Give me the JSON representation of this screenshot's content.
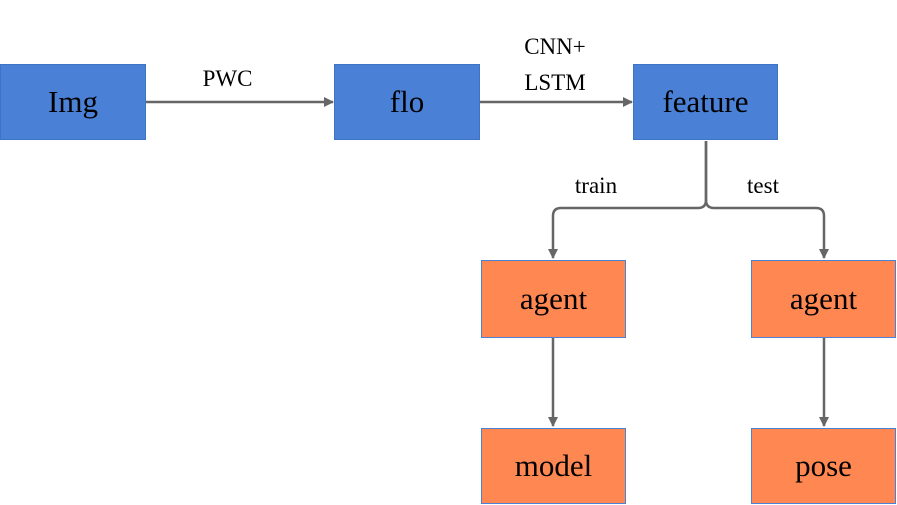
{
  "nodes": {
    "img": "Img",
    "flo": "flo",
    "feature": "feature",
    "agent_train": "agent",
    "agent_test": "agent",
    "model": "model",
    "pose": "pose"
  },
  "edge_labels": {
    "pwc": "PWC",
    "cnn_line1": "CNN+",
    "cnn_line2": "LSTM",
    "train": "train",
    "test": "test"
  },
  "colors": {
    "input_nodes": "#4a80d6",
    "agent_nodes": "#ff8752",
    "connectors": "#666666"
  }
}
